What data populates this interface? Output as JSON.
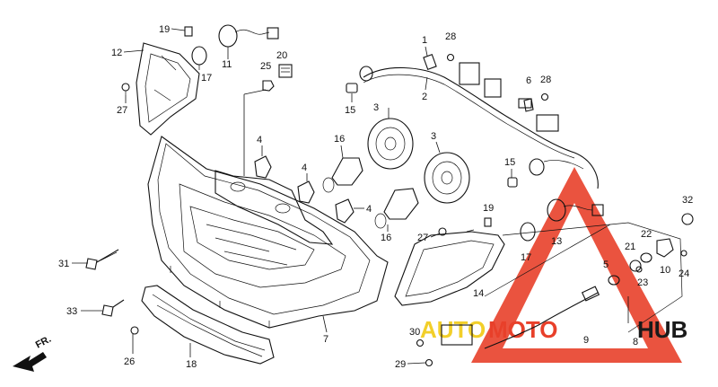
{
  "direction_label": "FR.",
  "watermark": {
    "prefix_text": "AUTO",
    "middle_text": "MOTO",
    "suffix_text": "HUB",
    "prefix_color": "#f2cf2a",
    "middle_color": "#e8402a",
    "suffix_color": "#1a1a1a",
    "triangle_color": "#e8402a"
  },
  "callouts": {
    "c1": "1",
    "c2": "2",
    "c3a": "3",
    "c3b": "3",
    "c4a": "4",
    "c4b": "4",
    "c4c": "4",
    "c5": "5",
    "c6": "6",
    "c7": "7",
    "c8": "8",
    "c9": "9",
    "c10": "10",
    "c11": "11",
    "c12": "12",
    "c13": "13",
    "c14": "14",
    "c15a": "15",
    "c15b": "15",
    "c16a": "16",
    "c16b": "16",
    "c17a": "17",
    "c17b": "17",
    "c18": "18",
    "c19a": "19",
    "c19b": "19",
    "c20": "20",
    "c21": "21",
    "c22": "22",
    "c23": "23",
    "c24": "24",
    "c25": "25",
    "c26": "26",
    "c27a": "27",
    "c27b": "27",
    "c28a": "28",
    "c28b": "28",
    "c29": "29",
    "c30": "30",
    "c31": "31",
    "c32": "32",
    "c33": "33"
  }
}
